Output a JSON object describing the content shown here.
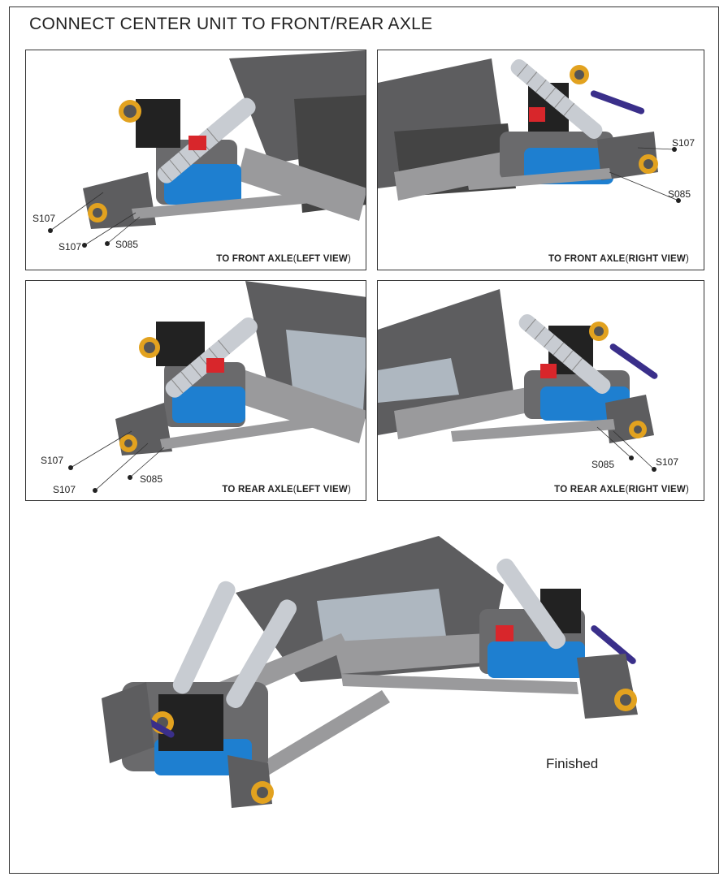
{
  "title": "CONNECT CENTER UNIT TO FRONT/REAR AXLE",
  "panels": [
    {
      "caption_main": "TO FRONT AXLE",
      "caption_paren": "LEFT VIEW",
      "callouts": [
        "S107",
        "S107",
        "S085"
      ]
    },
    {
      "caption_main": "TO FRONT AXLE",
      "caption_paren": "RIGHT VIEW",
      "callouts": [
        "S107",
        "S085"
      ]
    },
    {
      "caption_main": "TO REAR AXLE",
      "caption_paren": "LEFT VIEW",
      "callouts": [
        "S107",
        "S107",
        "S085"
      ]
    },
    {
      "caption_main": "TO REAR AXLE",
      "caption_paren": "RIGHT VIEW",
      "callouts": [
        "S085",
        "S107"
      ]
    }
  ],
  "finished_label": "Finished",
  "colors": {
    "chassis": "#5d5d5f",
    "chassis_light": "#9a9a9c",
    "shock": "#c8ccd2",
    "motor_blue": "#1e7fd0",
    "servo_black": "#222222",
    "mount_red": "#d8262b",
    "hub_gold": "#e2a21f",
    "link_purple": "#3a2f8a"
  }
}
